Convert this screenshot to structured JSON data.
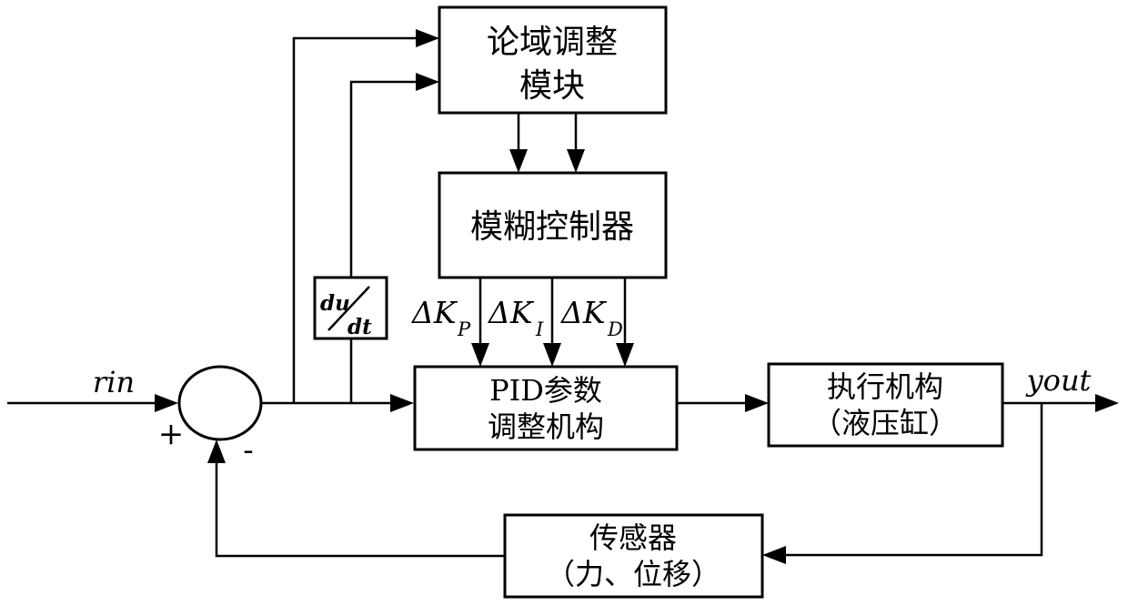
{
  "colors": {
    "foreground": "#000000",
    "background": "#ffffff"
  },
  "labels": {
    "input": "rin",
    "output": "yout",
    "plus": "+",
    "minus": "-"
  },
  "blocks": {
    "domain_adjust": {
      "line1": "论域调整",
      "line2": "模块"
    },
    "fuzzy_controller": {
      "line1": "模糊控制器"
    },
    "derivative": {
      "numerator": "du",
      "denominator": "dt"
    },
    "pid": {
      "line1": "PID参数",
      "line2": "调整机构"
    },
    "actuator": {
      "line1": "执行机构",
      "line2": "（液压缸）"
    },
    "sensor": {
      "line1": "传感器",
      "line2": "（力、位移）"
    }
  },
  "signals": {
    "kp": {
      "base": "ΔK",
      "sub": "P"
    },
    "ki": {
      "base": "ΔK",
      "sub": "I"
    },
    "kd": {
      "base": "ΔK",
      "sub": "D"
    }
  }
}
